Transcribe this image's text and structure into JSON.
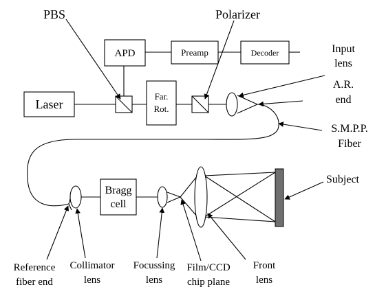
{
  "boxes": {
    "laser": "Laser",
    "apd": "APD",
    "preamp": "Preamp",
    "decoder": "Decoder",
    "far_rot_1": "Far.",
    "far_rot_2": "Rot.",
    "bragg_1": "Bragg",
    "bragg_2": "cell"
  },
  "labels": {
    "pbs": "PBS",
    "polarizer": "Polarizer",
    "input_lens_1": "Input",
    "input_lens_2": "lens",
    "ar_end_1": "A.R.",
    "ar_end_2": "end",
    "smpp_1": "S.M.P.P.",
    "smpp_2": "Fiber",
    "subject": "Subject",
    "reference_1": "Reference",
    "reference_2": "fiber end",
    "collimator_1": "Collimator",
    "collimator_2": "lens",
    "focussing_1": "Focussing",
    "focussing_2": "lens",
    "film_1": "Film/CCD",
    "film_2": "chip plane",
    "front_1": "Front",
    "front_2": "lens"
  }
}
